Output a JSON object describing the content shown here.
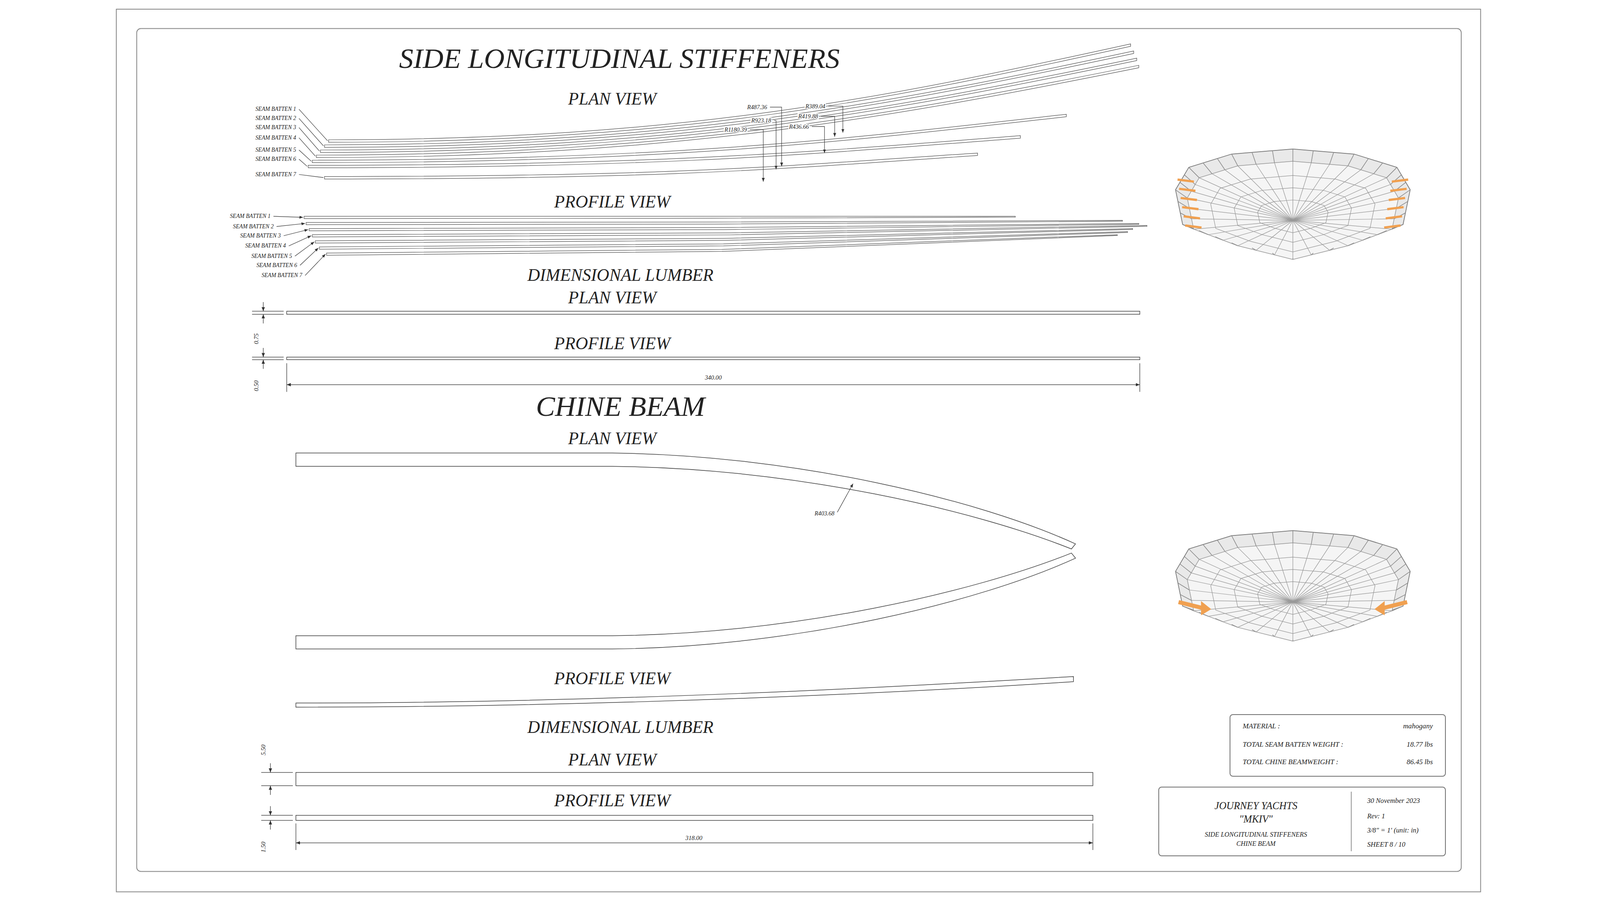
{
  "diagram": {
    "title": "SIDE LONGITUDINAL STIFFENERS",
    "nodes": [
      {
        "text": [
          "MATERIAL :",
          "mahogany",
          "TOTAL SEAM BATTEN WEIGHT :",
          "18.77 lbs",
          "TOTAL CHINE BEAMWEIGHT :",
          "86.45 lbs"
        ]
      },
      {
        "text": [
          "JOURNEY YACHTS",
          "\"MKIV\"",
          "SIDE LONGITUDINAL STIFFENERS",
          "CHINE BEAM",
          "30 November 2023",
          "Rev: 1",
          "3/8\" = 1' (unit: in)",
          "SHEET 8 / 10"
        ]
      }
    ],
    "labels": [
      "PLAN VIEW",
      "SEAM BATTEN 1",
      "SEAM BATTEN 2",
      "SEAM BATTEN 3",
      "SEAM BATTEN 4",
      "SEAM BATTEN 5",
      "SEAM BATTEN 6",
      "SEAM BATTEN 7",
      "R487.36",
      "R389.04",
      "R923.18",
      "R419.88",
      "R436.66",
      "R1180.39",
      "PROFILE VIEW",
      "SEAM BATTEN 1",
      "SEAM BATTEN 2",
      "SEAM BATTEN 3",
      "SEAM BATTEN 4",
      "SEAM BATTEN 5",
      "SEAM BATTEN 6",
      "SEAM BATTEN 7",
      "DIMENSIONAL LUMBER",
      "PLAN VIEW",
      "0.75",
      "PROFILE VIEW",
      "0.50",
      "340.00",
      "CHINE BEAM",
      "PLAN VIEW",
      "R403.68",
      "PROFILE VIEW",
      "DIMENSIONAL LUMBER",
      "PLAN VIEW",
      "5.50",
      "PROFILE VIEW",
      "1.50",
      "318.00"
    ]
  }
}
